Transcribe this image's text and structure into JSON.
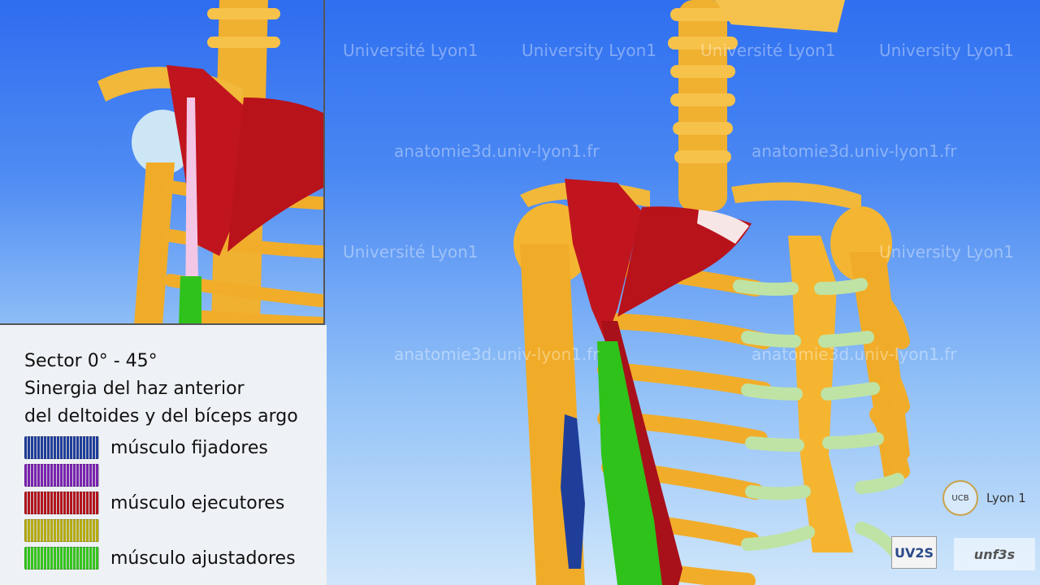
{
  "watermarks": {
    "lyon_fr": "Université Lyon1",
    "lyon_en": "University Lyon1",
    "site": "anatomie3d.univ-lyon1.fr"
  },
  "legend": {
    "line1": "Sector 0° - 45°",
    "line2": "Sinergia del haz anterior",
    "line3": "del deltoides y del bíceps argo",
    "items": [
      {
        "label": "músculo fijadores",
        "color": "#1f3e9a"
      },
      {
        "label": "",
        "color": "#7a22b0"
      },
      {
        "label": "músculo ejecutores",
        "color": "#b3141c"
      },
      {
        "label": "",
        "color": "#b5ab10"
      },
      {
        "label": "músculo ajustadores",
        "color": "#34c51c"
      }
    ]
  },
  "logos": {
    "ucb_text": "Lyon 1",
    "uvs_text": "UV2S",
    "unf_text": "unf3s"
  }
}
